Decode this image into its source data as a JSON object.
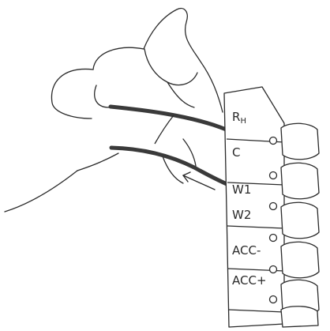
{
  "terminals": [
    {
      "id": "rh",
      "main": "R",
      "sub": "H"
    },
    {
      "id": "c",
      "main": "C",
      "sub": ""
    },
    {
      "id": "w1",
      "main": "W1",
      "sub": ""
    },
    {
      "id": "w2",
      "main": "W2",
      "sub": ""
    },
    {
      "id": "acc-minus",
      "main": "ACC-",
      "sub": ""
    },
    {
      "id": "acc-plus",
      "main": "ACC+",
      "sub": ""
    }
  ],
  "colors": {
    "outline": "#2a2a2a",
    "wire": "#3a3a3a",
    "background": "#ffffff"
  },
  "icons": [
    "hand-illustration",
    "insert-arrow-icon",
    "terminal-block",
    "push-lever"
  ]
}
